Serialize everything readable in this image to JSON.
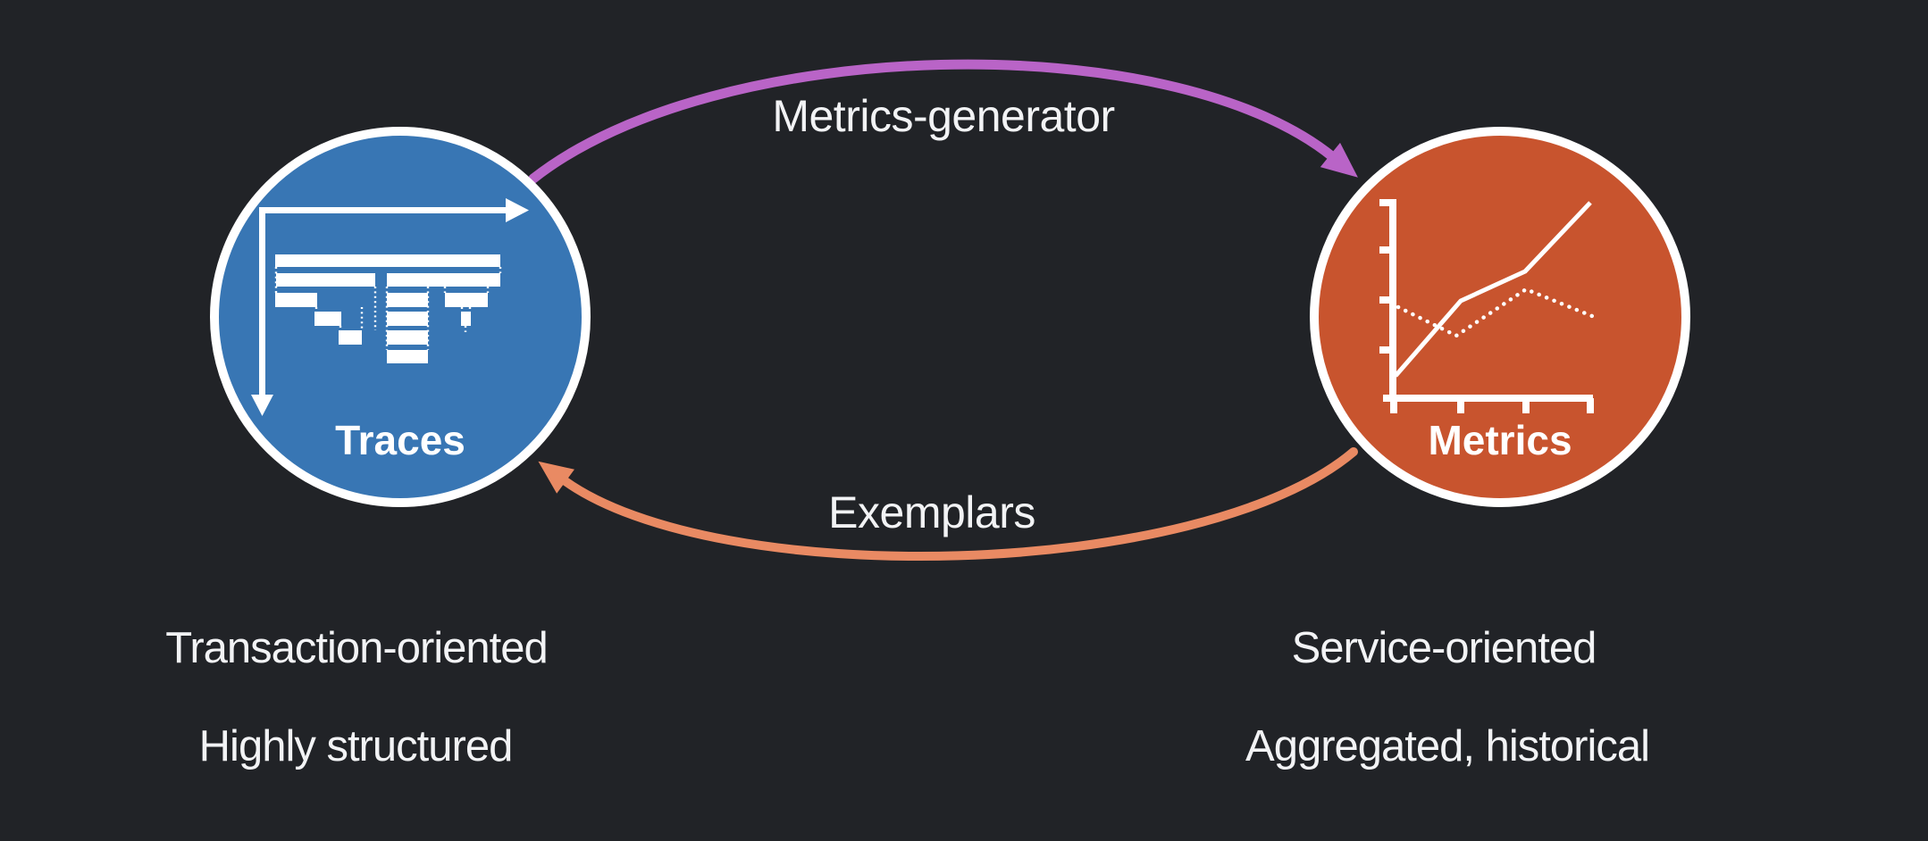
{
  "canvas": {
    "background": "#212327",
    "text_color": "#f2f3f5"
  },
  "nodes": {
    "traces": {
      "label": "Traces",
      "fill_color": "#3876b4",
      "ring_color": "#ffffff",
      "icon": "trace-waterfall-icon",
      "descriptions": [
        "Transaction-oriented",
        "Highly structured"
      ]
    },
    "metrics": {
      "label": "Metrics",
      "fill_color": "#c8542e",
      "ring_color": "#ffffff",
      "icon": "line-chart-icon",
      "descriptions": [
        "Service-oriented",
        "Aggregated, historical"
      ]
    }
  },
  "edges": {
    "metrics_generator": {
      "label": "Metrics-generator",
      "color": "#b964c7",
      "from": "Traces",
      "to": "Metrics"
    },
    "exemplars": {
      "label": "Exemplars",
      "color": "#e98a63",
      "from": "Metrics",
      "to": "Traces"
    }
  }
}
